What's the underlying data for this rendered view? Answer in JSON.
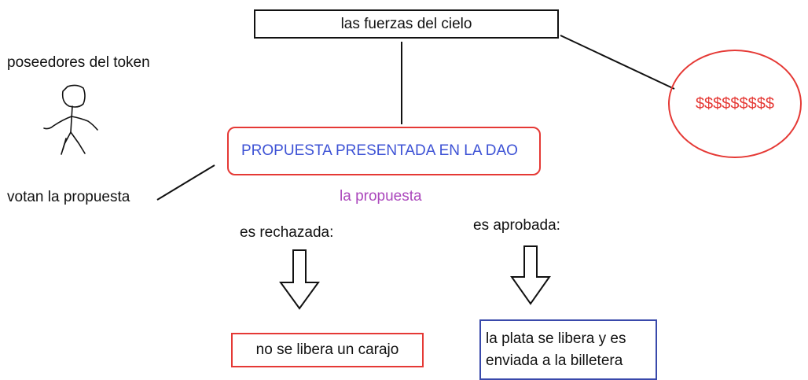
{
  "diagram": {
    "top_label": "las fuerzas del cielo",
    "money_label": "$$$$$$$$$",
    "holders_label": "poseedores del token",
    "vote_label": "votan la propuesta",
    "proposal_label": "PROPUESTA PRESENTADA EN LA DAO",
    "subject_label": "la propuesta",
    "rejected_label": "es rechazada:",
    "approved_label": "es aprobada:",
    "rejected_result": "no se libera un carajo",
    "approved_result_line1": "la plata se libera y es",
    "approved_result_line2": "enviada a la billetera"
  },
  "colors": {
    "red": "#e53935",
    "blue": "#3949ab",
    "proposal_text": "#3d52d5",
    "purple": "#ab47bc",
    "line": "#111111"
  },
  "icons": [
    "stick-figure-icon",
    "down-arrow-icon"
  ]
}
